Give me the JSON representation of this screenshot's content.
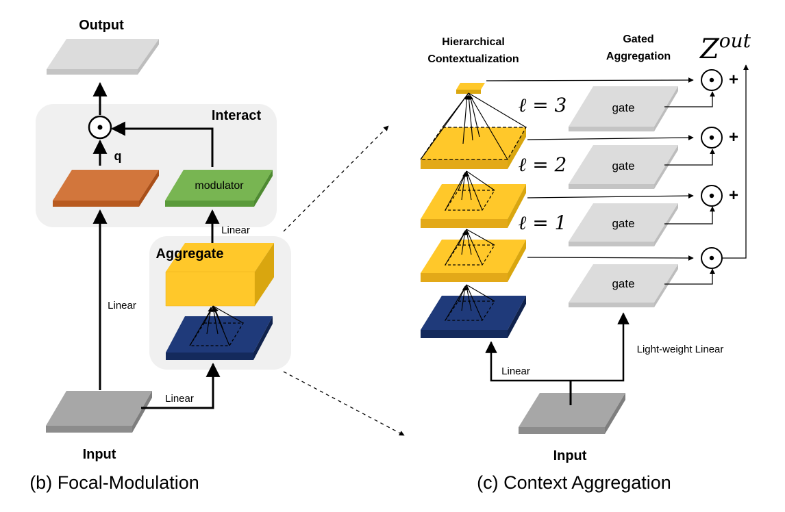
{
  "left": {
    "output": "Output",
    "interact": "Interact",
    "q": "q",
    "modulator": "modulator",
    "linear_mod": "Linear",
    "aggregate": "Aggregate",
    "linear_q": "Linear",
    "linear_input": "Linear",
    "input": "Input",
    "caption": "(b) Focal-Modulation"
  },
  "right": {
    "hier_line1": "Hierarchical",
    "hier_line2": "Contextualization",
    "gated_line1": "Gated",
    "gated_line2": "Aggregation",
    "zout": "Z",
    "zout_sup": "out",
    "levels": [
      "ℓ = 3",
      "ℓ = 2",
      "ℓ = 1"
    ],
    "gate": "gate",
    "plus": "+",
    "linear": "Linear",
    "lightweight": "Light-weight Linear",
    "input": "Input",
    "caption": "(c) Context Aggregation"
  },
  "colors": {
    "yellow_top": "#ffc82a",
    "yellow_side": "#d9a60f",
    "navy_top": "#1f3a7a",
    "navy_side": "#142a5c",
    "orange_top": "#d2763c",
    "orange_side": "#b85a1f",
    "green_top": "#78b552",
    "green_side": "#5a9a3a",
    "gray_top": "#a7a7a7",
    "gray_side": "#8c8c8c",
    "light_gray_top": "#dcdcdc",
    "light_gray_side": "#c4c4c4",
    "panel_bg": "#f0f0f0"
  }
}
